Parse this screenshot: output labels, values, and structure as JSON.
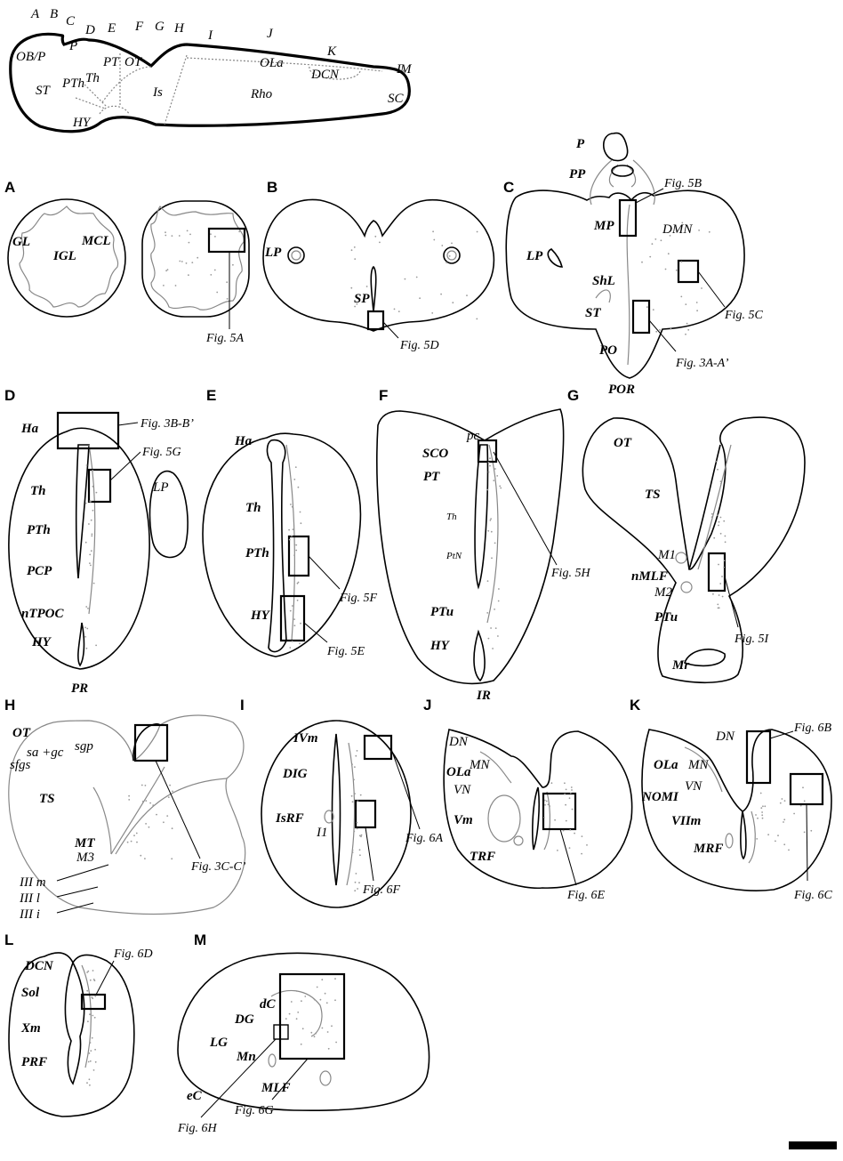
{
  "sagittal": {
    "section_letters": [
      "A",
      "B",
      "C",
      "D",
      "E",
      "F",
      "G",
      "H",
      "I",
      "J",
      "K",
      "L",
      "M"
    ],
    "regions": [
      "OB/P",
      "P",
      "PT",
      "OT",
      "OLa",
      "DCN",
      "ST",
      "PTh",
      "Th",
      "Is",
      "Rho",
      "SC",
      "HY"
    ]
  },
  "panels": {
    "A": {
      "letter": "A",
      "labels": [
        "GL",
        "IGL",
        "MCL"
      ],
      "figrefs": [
        "Fig. 5A"
      ]
    },
    "B": {
      "letter": "B",
      "labels": [
        "LP",
        "SP"
      ],
      "figrefs": [
        "Fig. 5D"
      ]
    },
    "C": {
      "letter": "C",
      "labels": [
        "P",
        "PP",
        "MP",
        "DMN",
        "LP",
        "ShL",
        "ST",
        "PO",
        "POR"
      ],
      "figrefs": [
        "Fig. 5B",
        "Fig. 5C",
        "Fig. 3A-A’"
      ]
    },
    "D": {
      "letter": "D",
      "labels": [
        "Ha",
        "Th",
        "PTh",
        "PCP",
        "nTPOC",
        "HY",
        "PR",
        "LP"
      ],
      "figrefs": [
        "Fig. 3B-B’",
        "Fig. 5G"
      ]
    },
    "E": {
      "letter": "E",
      "labels": [
        "Ha",
        "Th",
        "PTh",
        "HY"
      ],
      "figrefs": [
        "Fig. 5F",
        "Fig. 5E"
      ]
    },
    "F": {
      "letter": "F",
      "labels": [
        "pc",
        "SCO",
        "PT",
        "Th",
        "PtN",
        "PTu",
        "HY",
        "IR"
      ],
      "figrefs": [
        "Fig. 5H"
      ]
    },
    "G": {
      "letter": "G",
      "labels": [
        "OT",
        "TS",
        "M1",
        "nMLF",
        "M2",
        "PTu",
        "Mr"
      ],
      "figrefs": [
        "Fig. 5I"
      ]
    },
    "H": {
      "letter": "H",
      "labels": [
        "OT",
        "sa +gc",
        "sgp",
        "sfgs",
        "TS",
        "MT",
        "M3",
        "III m",
        "III l",
        "III i"
      ],
      "figrefs": [
        "Fig. 3C-C’"
      ]
    },
    "I": {
      "letter": "I",
      "labels": [
        "IVm",
        "DIG",
        "IsRF",
        "I1"
      ],
      "figrefs": [
        "Fig. 6A",
        "Fig. 6F"
      ]
    },
    "J": {
      "letter": "J",
      "labels": [
        "DN",
        "MN",
        "OLa",
        "VN",
        "Vm",
        "TRF"
      ],
      "figrefs": [
        "Fig. 6E"
      ]
    },
    "K": {
      "letter": "K",
      "labels": [
        "DN",
        "MN",
        "OLa",
        "VN",
        "NOMI",
        "VIIm",
        "MRF"
      ],
      "figrefs": [
        "Fig. 6B",
        "Fig. 6C"
      ]
    },
    "L": {
      "letter": "L",
      "labels": [
        "DCN",
        "Sol",
        "Xm",
        "PRF"
      ],
      "figrefs": [
        "Fig. 6D"
      ]
    },
    "M": {
      "letter": "M",
      "labels": [
        "dC",
        "DG",
        "LG",
        "Mn",
        "MLF",
        "eC"
      ],
      "figrefs": [
        "Fig. 6H",
        "Fig. 6G"
      ]
    }
  }
}
